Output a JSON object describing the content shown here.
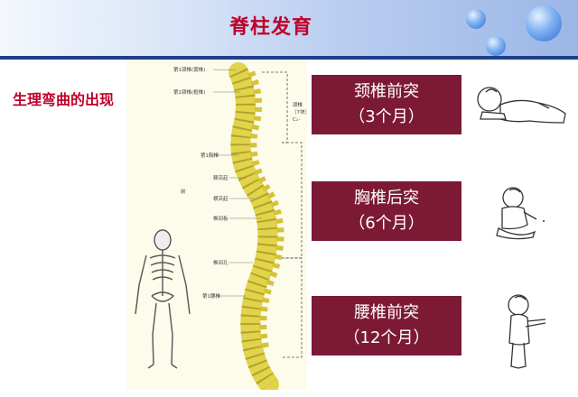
{
  "title": "脊柱发育",
  "subtitle": "生理弯曲的出现",
  "stages": [
    {
      "name": "颈椎前突",
      "age": "（3个月）"
    },
    {
      "name": "胸椎后突",
      "age": "（6个月）"
    },
    {
      "name": "腰椎前突",
      "age": "（12个月）"
    }
  ],
  "figure_labels": {
    "c1": "第1颈椎(寰椎)",
    "c2": "第2颈椎(枢椎)",
    "cervical": "颈椎",
    "cervical_count": "（7块）",
    "cervical_range": "C₁₋",
    "t1": "第1胸椎",
    "spinous": "棘突起",
    "transverse": "横突起",
    "disc": "椎间板",
    "foramen": "椎间孔",
    "l1": "第1腰椎",
    "side": "前"
  },
  "colors": {
    "title": "#c0002a",
    "box": "#7c1a35",
    "banner_line": "#1f3f88"
  },
  "icons": [
    "spine-diagram",
    "skeleton-figure",
    "baby-prone-icon",
    "baby-sitting-icon",
    "baby-standing-icon"
  ]
}
